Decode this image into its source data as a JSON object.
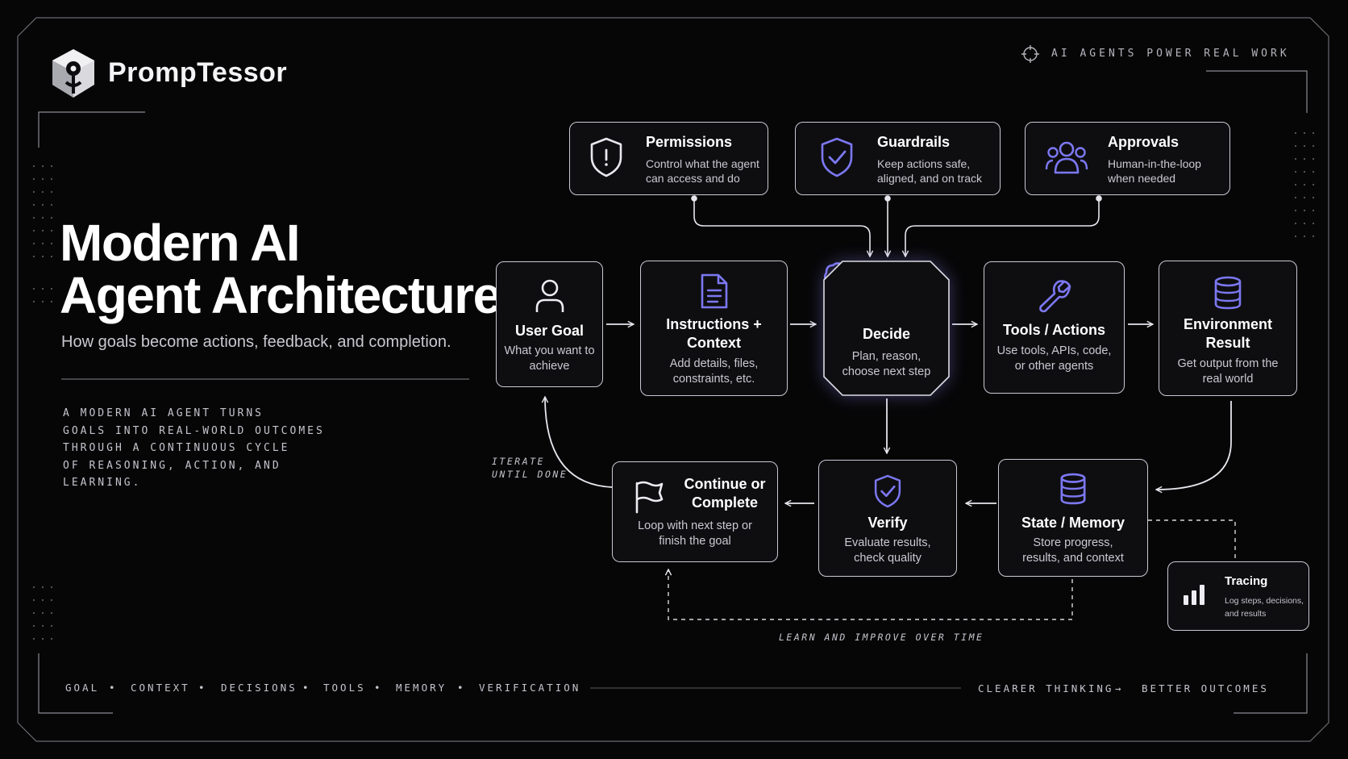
{
  "brand": {
    "name": "PrompTessor"
  },
  "header": {
    "tag": "AI AGENTS POWER REAL WORK"
  },
  "hero": {
    "title_line1": "Modern AI",
    "title_line2": "Agent Architecture",
    "subtitle": "How goals become actions, feedback, and completion.",
    "description": "A MODERN AI AGENT TURNS\nGOALS INTO REAL-WORLD OUTCOMES\nTHROUGH A CONTINUOUS CYCLE\nOF REASONING, ACTION, AND\nLEARNING."
  },
  "controls": [
    {
      "title": "Permissions",
      "desc": "Control what the agent can access and do",
      "icon": "shield-alert-icon"
    },
    {
      "title": "Guardrails",
      "desc": "Keep actions safe, aligned, and on track",
      "icon": "shield-check-icon"
    },
    {
      "title": "Approvals",
      "desc": "Human-in-the-loop when needed",
      "icon": "users-icon"
    }
  ],
  "flow_top": [
    {
      "title": "User Goal",
      "desc": "What you want to achieve",
      "icon": "user-icon"
    },
    {
      "title": "Instructions + Context",
      "desc": "Add details, files, constraints, etc.",
      "icon": "document-icon"
    },
    {
      "title": "Decide",
      "desc": "Plan, reason, choose next step",
      "icon": "brain-icon"
    },
    {
      "title": "Tools / Actions",
      "desc": "Use tools, APIs, code, or other agents",
      "icon": "wrench-icon"
    },
    {
      "title": "Environment Result",
      "desc": "Get output from the real world",
      "icon": "database-icon"
    }
  ],
  "flow_bottom": [
    {
      "title": "Continue or Complete",
      "desc": "Loop with next step or finish the goal",
      "icon": "flag-icon"
    },
    {
      "title": "Verify",
      "desc": "Evaluate results, check quality",
      "icon": "shield-check-icon"
    },
    {
      "title": "State / Memory",
      "desc": "Store progress, results, and context",
      "icon": "database-icon"
    }
  ],
  "tracing": {
    "title": "Tracing",
    "desc": "Log steps, decisions, and results",
    "icon": "bar-chart-icon"
  },
  "labels": {
    "iterate": "ITERATE\nUNTIL DONE",
    "learn": "LEARN AND IMPROVE OVER TIME"
  },
  "footer": {
    "items": [
      "GOAL",
      "CONTEXT",
      "DECISIONS",
      "TOOLS",
      "MEMORY",
      "VERIFICATION"
    ],
    "separator": "•",
    "right_left": "CLEARER THINKING",
    "right_arrow": "→",
    "right_right": "BETTER OUTCOMES"
  },
  "colors": {
    "background": "#060607",
    "accent": "#7c78f2",
    "text": "#f2f2f5",
    "muted": "#c4c4cc",
    "border": "#c9c9d3"
  }
}
